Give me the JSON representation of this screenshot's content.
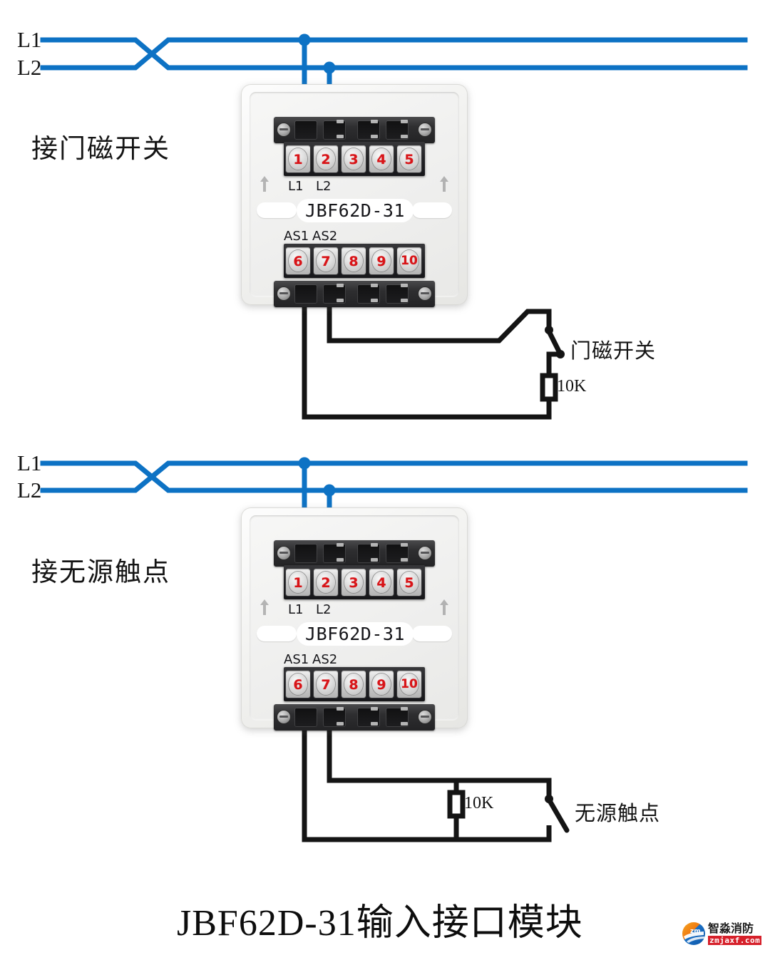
{
  "figure": {
    "title": "JBF62D-31输入接口模块",
    "watermark": {
      "brand_cn": "智淼消防",
      "url": "zmjaxf.com",
      "logo_icon": "zm-circle-logo"
    }
  },
  "colors": {
    "bus_blue": "#0d72c4",
    "wire_black": "#141414",
    "terminal_number_red": "#d81418",
    "housing_white": "#f4f4f2",
    "terminal_block_dark": "#232326"
  },
  "module": {
    "model_label": "JBF62D-31",
    "top_terminals": [
      {
        "number": "1",
        "caption": "L1"
      },
      {
        "number": "2",
        "caption": "L2"
      },
      {
        "number": "3",
        "caption": ""
      },
      {
        "number": "4",
        "caption": ""
      },
      {
        "number": "5",
        "caption": ""
      }
    ],
    "bottom_terminals": [
      {
        "number": "6",
        "caption": "AS1"
      },
      {
        "number": "7",
        "caption": "AS2"
      },
      {
        "number": "8",
        "caption": ""
      },
      {
        "number": "9",
        "caption": ""
      },
      {
        "number": "10",
        "caption": ""
      }
    ],
    "orientation_arrow": "arrow-up-icon"
  },
  "circuits": [
    {
      "id": "door-magnetic-switch",
      "heading": "接门磁开关",
      "bus": {
        "line1_label": "L1",
        "line2_label": "L2"
      },
      "device_label": "门磁开关",
      "resistor_label": "10K",
      "device_icon": "open-switch-symbol"
    },
    {
      "id": "dry-contact",
      "heading": "接无源触点",
      "bus": {
        "line1_label": "L1",
        "line2_label": "L2"
      },
      "device_label": "无源触点",
      "resistor_label": "10K",
      "device_icon": "open-contact-symbol"
    }
  ]
}
